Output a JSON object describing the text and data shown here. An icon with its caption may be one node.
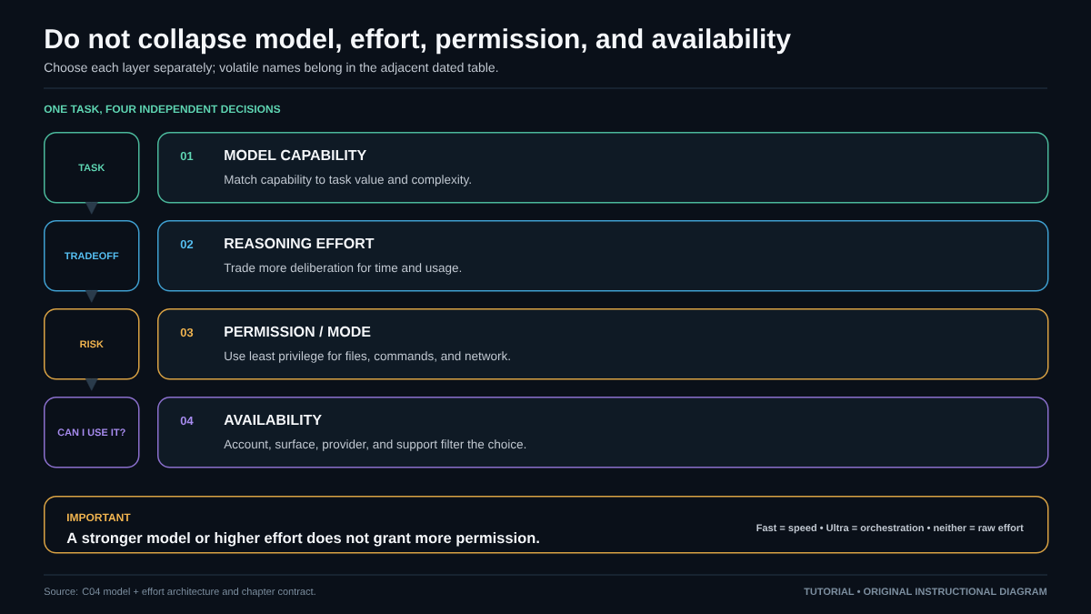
{
  "diagram": {
    "title": "Do not collapse model, effort, permission, and availability",
    "nodes": [
      {
        "text": [
          "TASK"
        ]
      },
      {
        "text": [
          "TRADEOFF"
        ]
      },
      {
        "text": [
          "RISK"
        ]
      },
      {
        "text": [
          "CAN I USE IT?"
        ]
      },
      {
        "text": [
          "01",
          "MODEL CAPABILITY",
          "Match capability to task value and complexity."
        ]
      },
      {
        "text": [
          "02",
          "REASONING EFFORT",
          "Trade more deliberation for time and usage."
        ]
      },
      {
        "text": [
          "03",
          "PERMISSION / MODE",
          "Use least privilege for files, commands, and network."
        ]
      },
      {
        "text": [
          "04",
          "AVAILABILITY",
          "Account, surface, provider, and support filter the choice."
        ]
      },
      {
        "text": [
          "IMPORTANT",
          "A stronger model or higher effort does not grant more permission.",
          "Fast = speed • Ultra = orchestration • neither = raw effort"
        ]
      }
    ],
    "edges": [
      {
        "from": 0,
        "to": 1,
        "arrow": "to"
      },
      {
        "from": 1,
        "to": 2,
        "arrow": "to"
      },
      {
        "from": 2,
        "to": 3,
        "arrow": "to"
      }
    ],
    "labels": [
      "Choose each layer separately; volatile names belong in the adjacent dated table.",
      "ONE TASK, FOUR INDEPENDENT DECISIONS",
      "Source: C04 model + effort architecture and chapter contract.",
      "TUTORIAL • ORIGINAL INSTRUCTIONAL DIAGRAM"
    ]
  }
}
